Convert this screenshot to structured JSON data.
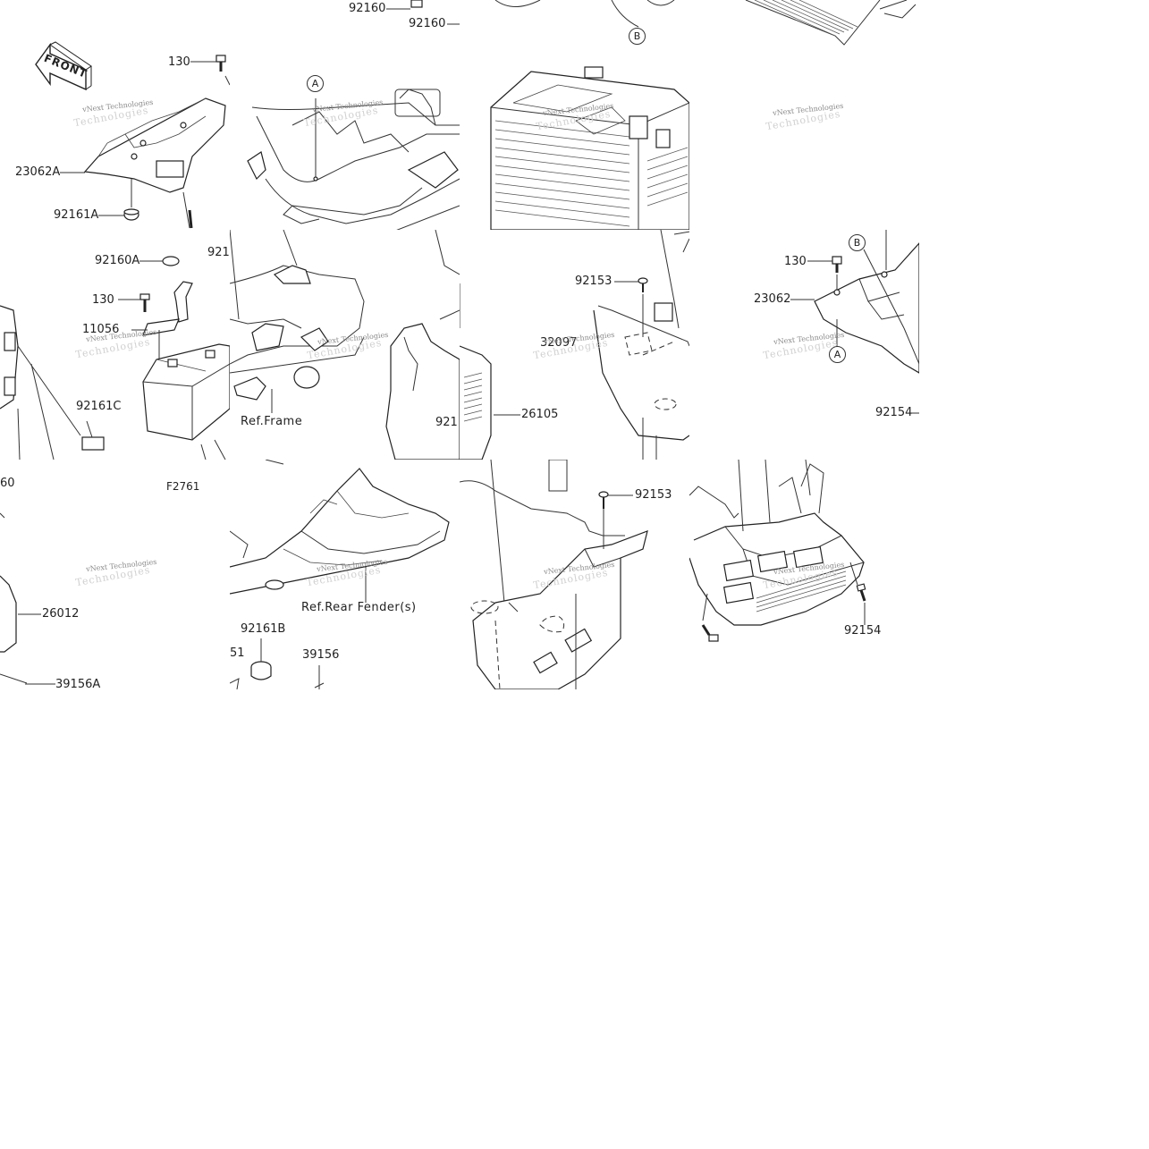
{
  "labels": {
    "p92160_top": "92160",
    "p92160_top2": "92160",
    "p130_a": "130",
    "p23062A": "23062A",
    "p92161A": "92161A",
    "p92160A": "92160A",
    "p921_a": "921",
    "p130_b": "130",
    "p11056": "11056",
    "p92161C": "92161C",
    "p60": "60",
    "fig_code": "F2761",
    "p26012": "26012",
    "p39156A": "39156A",
    "ref_frame": "Ref.Frame",
    "p921_b": "921",
    "p26105": "26105",
    "ref_rear_fender": "Ref.Rear Fender(s)",
    "p92161B": "92161B",
    "p51": "51",
    "p39156": "39156",
    "p92153_a": "92153",
    "p32097": "32097",
    "p92153_b": "92153",
    "p130_c": "130",
    "p23062": "23062",
    "p92154_a": "92154",
    "p92154_b": "92154"
  },
  "callouts": {
    "a1": "A",
    "b1": "B",
    "b2": "B",
    "a2": "A"
  },
  "front_label": "FRONT",
  "watermark": "vNext Technologies",
  "watermark_bg": "Technologies"
}
